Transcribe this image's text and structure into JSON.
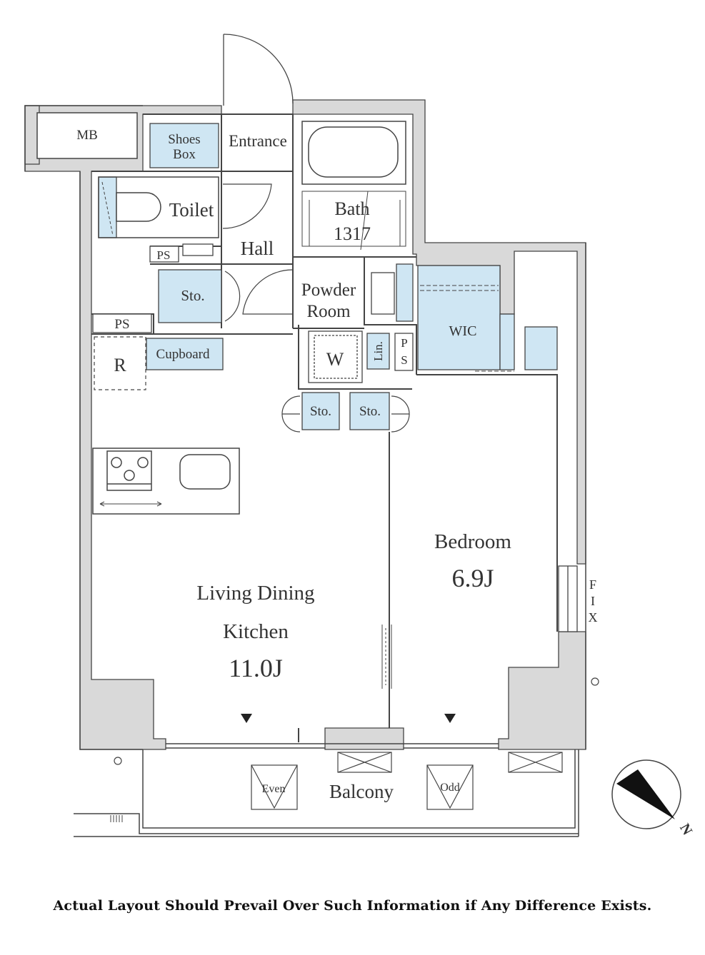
{
  "rooms": {
    "mb": "MB",
    "shoes_box": [
      "Shoes",
      "Box"
    ],
    "entrance": "Entrance",
    "bath": [
      "Bath",
      "1317"
    ],
    "toilet": "Toilet",
    "hall": "Hall",
    "ps_top": "PS",
    "sto_hall": "Sto.",
    "powder_room": [
      "Powder",
      "Room"
    ],
    "ps_left": "PS",
    "r": "R",
    "cupboard": "Cupboard",
    "washer": "W",
    "linen": "Lin.",
    "ps_right": [
      "P",
      "S"
    ],
    "wic": "WIC",
    "sto_1": "Sto.",
    "sto_2": "Sto.",
    "bedroom": [
      "Bedroom",
      "6.9J"
    ],
    "ldk": [
      "Living Dining",
      "Kitchen",
      "11.0J"
    ],
    "fix": [
      "F",
      "I",
      "X"
    ],
    "balcony": "Balcony",
    "even": "Even",
    "odd": "Odd"
  },
  "compass": {
    "label": "N"
  },
  "colors": {
    "storage_fill": "#cfe6f3",
    "wall_fill": "#d9d9d9",
    "line": "#444444"
  },
  "disclaimer": "Actual Layout Should Prevail Over Such Information if Any Difference Exists."
}
